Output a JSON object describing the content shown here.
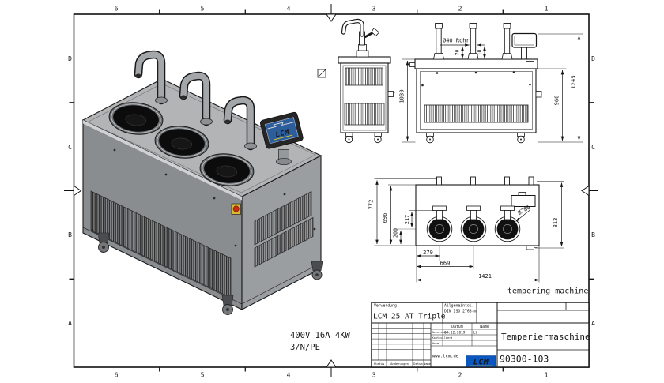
{
  "sheet": {
    "cols": [
      "6",
      "5",
      "4",
      "3",
      "2",
      "1"
    ],
    "rows": [
      "D",
      "C",
      "B",
      "A"
    ]
  },
  "notes": {
    "power1": "400V 16A 4KW",
    "power2": "3/N/PE",
    "caption": "tempering machine"
  },
  "dims": {
    "pipe_label": "Ø40 Rohr",
    "d70": "70",
    "d10": "10",
    "h1030": "1030",
    "h960": "960",
    "h1245": "1245",
    "d772": "772",
    "d696": "696",
    "d217": "217",
    "d200": "200",
    "d279": "279",
    "d669": "669",
    "d1421": "1421",
    "dia286": "Ø286",
    "d813": "813"
  },
  "display": {
    "logo": "LCM"
  },
  "title_block": {
    "verwendung_label": "Verwendung",
    "model": "LCM 25 AT Triple",
    "tol_label": "Allgemeintol.",
    "tol_value": "DIN ISO 2768-m",
    "col_datum": "Datum",
    "col_name": "Name",
    "drawn_label": "Gezeichnet",
    "drawn_date": "09.12.2019",
    "drawn_name": "LU",
    "checked_label": "Kontrolliert",
    "norm_label": "Norm",
    "website": "www.lcm.de",
    "logo": "LCM",
    "title": "Temperiermaschine",
    "number": "90300-103",
    "rev_status": "Status",
    "rev_changes": "Änderungen",
    "rev_datum": "Datum",
    "rev_name": "Name"
  },
  "colors": {
    "logo_blue": "#0b57c2",
    "logo_yellow": "#ffd400",
    "screen_blue": "#2d5e9c",
    "estop_red": "#c62d12",
    "estop_yellow": "#d9ba2e"
  }
}
